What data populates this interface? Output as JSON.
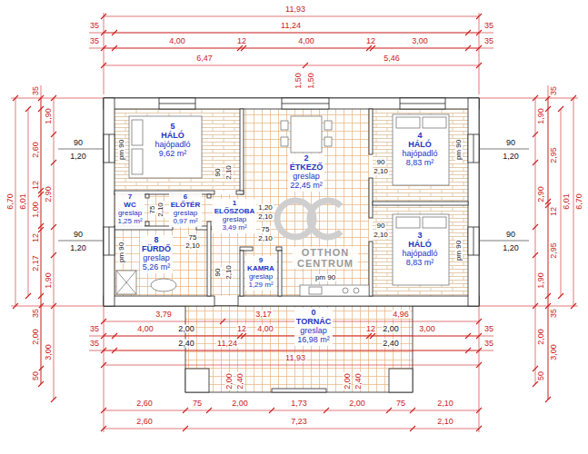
{
  "diagram": {
    "nodes": [
      {
        "text": [
          "5",
          "HÁLÓ",
          "hajópadló",
          "9,62 m²"
        ]
      },
      {
        "text": [
          "2",
          "ÉTKEZŐ",
          "greslap",
          "22,45 m²"
        ]
      },
      {
        "text": [
          "4",
          "HÁLÓ",
          "hajópadló",
          "8,83 m²"
        ]
      },
      {
        "text": [
          "7",
          "WC",
          "greslap",
          "1,25 m²"
        ]
      },
      {
        "text": [
          "6",
          "ELŐTÉR",
          "greslap",
          "0,97 m²"
        ]
      },
      {
        "text": [
          "1",
          "ELŐSZOBA",
          "greslap",
          "3,49 m²"
        ]
      },
      {
        "text": [
          "8",
          "FÜRDŐ",
          "greslap",
          "5,26 m²"
        ]
      },
      {
        "text": [
          "3",
          "HÁLÓ",
          "hajópadló",
          "8,83 m²"
        ]
      },
      {
        "text": [
          "9",
          "KAMRA",
          "greslap",
          "1,29 m²"
        ]
      },
      {
        "text": [
          "0",
          "TORNÁC",
          "greslap",
          "16,98 m²"
        ]
      }
    ],
    "labels": [
      "11,93",
      "35",
      "11,24",
      "35",
      "35",
      "4,00",
      "12",
      "4,00",
      "12",
      "3,00",
      "35",
      "6,47",
      "5,46",
      "1,50",
      "1,50",
      "35",
      "1,90",
      "2,60",
      "90",
      "1,20",
      "12",
      "6,70",
      "6,01",
      "2,90",
      "1,00",
      "12",
      "90",
      "1,20",
      "2,17",
      "1,90",
      "35",
      "35",
      "1,90",
      "90",
      "1,20",
      "2,95",
      "2,90",
      "6,01",
      "6,70",
      "12",
      "90",
      "1,20",
      "2,95",
      "1,90",
      "35",
      "pm 90",
      "90",
      "2,10",
      "75",
      "2,10",
      "1,20",
      "2,10",
      "75",
      "2,10",
      "75",
      "2,10",
      "pm 90",
      "90",
      "2,10",
      "OTTHON CENTRUM",
      "pm 90",
      "90",
      "2,10",
      "pm 90",
      "90",
      "2,10",
      "pm 90",
      "3,79",
      "3,17",
      "4,96",
      "35",
      "4,00",
      "2,00",
      "12",
      "4,00",
      "12",
      "2,00",
      "3,00",
      "35",
      "2,40",
      "2,40",
      "35",
      "11,24",
      "35",
      "2,00",
      "3,00",
      "2,00",
      "3,00",
      "11,93",
      "50",
      "50",
      "2,00",
      "2,40",
      "2,00",
      "2,40",
      "2,60",
      "75",
      "2,00",
      "1,73",
      "2,00",
      "75",
      "2,10",
      "2,60",
      "7,23",
      "2,10"
    ]
  }
}
